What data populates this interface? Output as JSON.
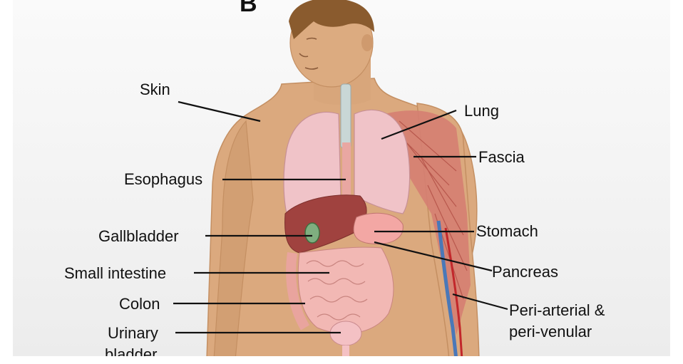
{
  "panel_letter": "B",
  "labels": {
    "skin": "Skin",
    "esophagus": "Esophagus",
    "gallbladder": "Gallbladder",
    "small_intestine": "Small intestine",
    "colon": "Colon",
    "urinary_bladder_line1": "Urinary",
    "urinary_bladder_line2": "bladder",
    "lung": "Lung",
    "fascia": "Fascia",
    "stomach": "Stomach",
    "pancreas": "Pancreas",
    "peri_line1": "Peri-arterial &",
    "peri_line2": "peri-venular"
  },
  "colors": {
    "skin": "#dba97e",
    "hair": "#8a5b2e",
    "lung": "#f0c3c8",
    "liver": "#a0423f",
    "stomach": "#f3a7a4",
    "intestine": "#f2b8b4",
    "muscle": "#d57e72",
    "vein": "#4a78b8",
    "artery": "#c2272b",
    "line": "#111111"
  }
}
